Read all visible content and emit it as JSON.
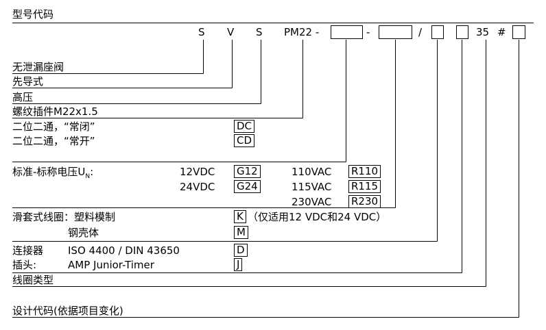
{
  "title": "型号代码",
  "code": {
    "c1": "S",
    "c2": "V",
    "c3": "S",
    "c4": "PM22 -",
    "dash": "-",
    "slash": "/",
    "c35": "35",
    "hash": "#"
  },
  "rows": {
    "valve": "无泄漏座阀",
    "pilot": "先导式",
    "high": "高压",
    "cartridge": "螺纹插件M22x1.5",
    "nc": "二位二通，“常闭”",
    "nc_code": "DC",
    "no": "二位二通，“常开”",
    "no_code": "CD",
    "voltage_label": "标准-标称电压U",
    "voltage_sub": "N",
    "voltage_colon": ":",
    "v12": "12VDC",
    "g12": "G12",
    "v24": "24VDC",
    "g24": "G24",
    "v110": "110VAC",
    "r110": "R110",
    "v115": "115VAC",
    "r115": "R115",
    "v230": "230VAC",
    "r230": "R230",
    "sleeve_label": "滑套式线圈：塑料模制",
    "sleeve_k": "K",
    "sleeve_note": "（仅适用12 VDC和24 VDC）",
    "steel": "钢壳体",
    "steel_m": "M",
    "connector_label": "连接器",
    "connector_std": "ISO 4400 / DIN 43650",
    "connector_d": "D",
    "plug_label": "插头:",
    "plug_type": "AMP Junior-Timer",
    "plug_j": "J",
    "coil_type": "线圈类型",
    "design": "设计代码(依据项目变化)"
  }
}
